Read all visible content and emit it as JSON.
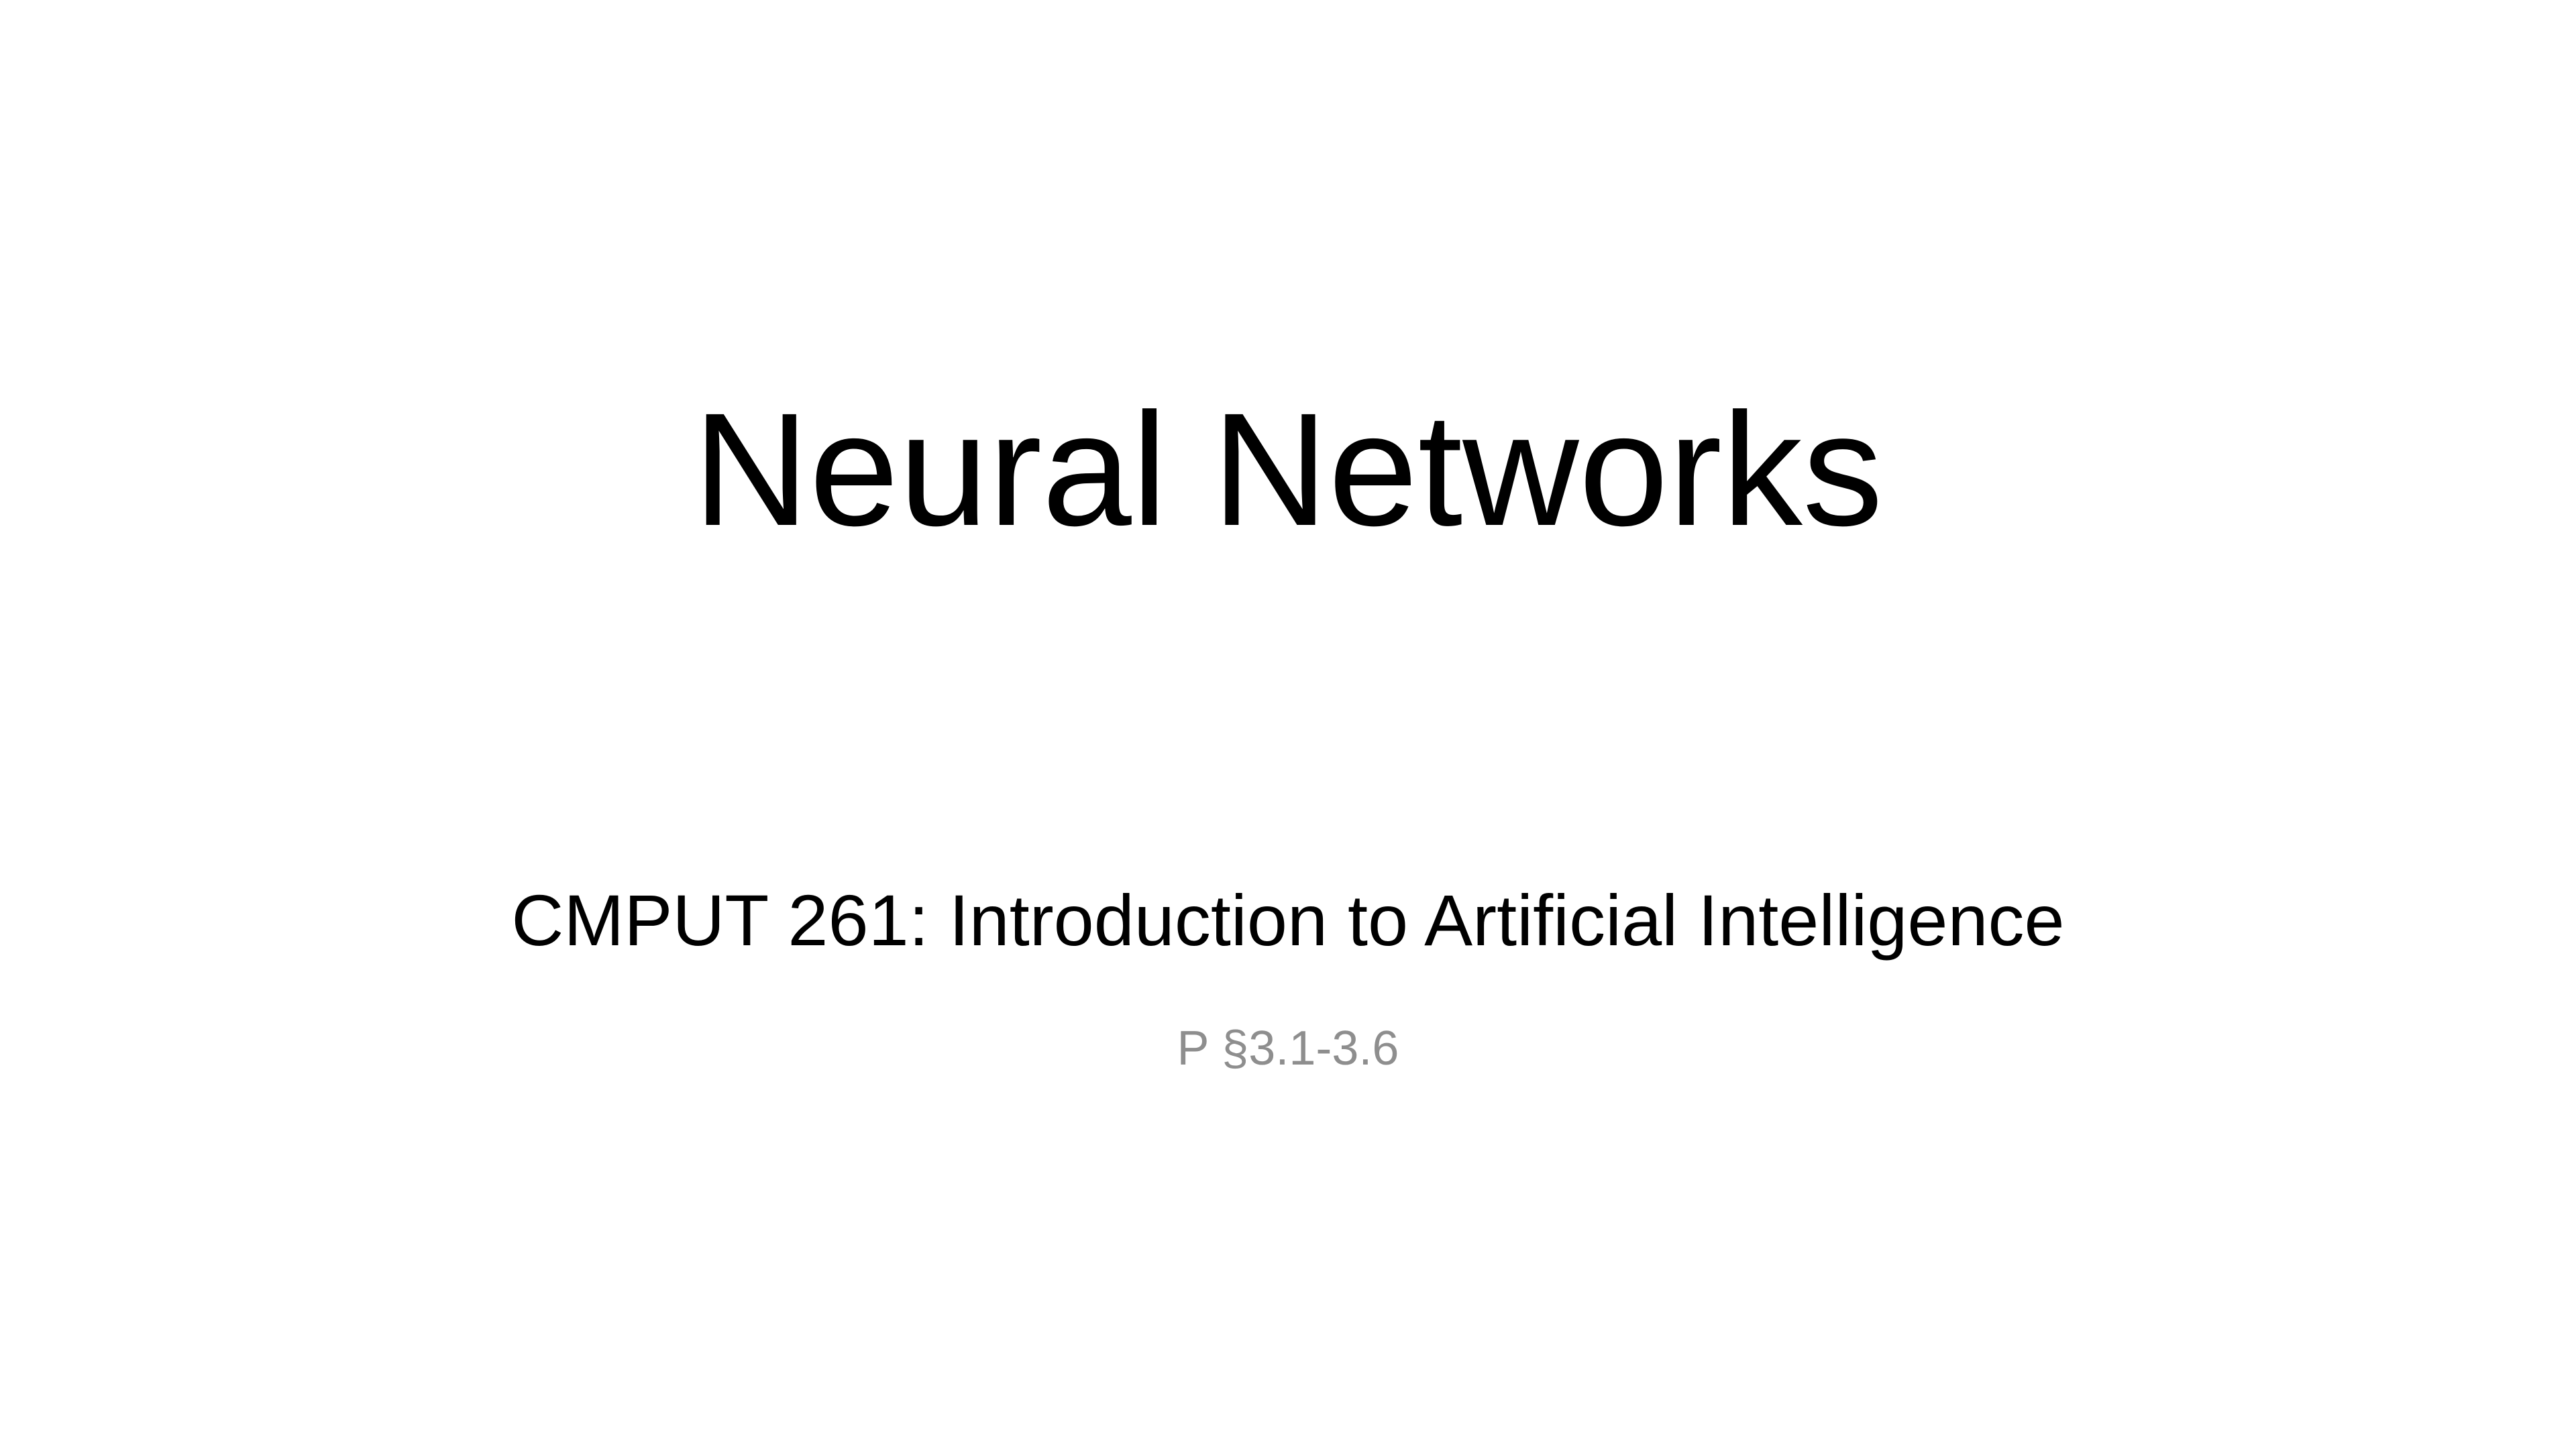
{
  "slide": {
    "title": "Neural Networks",
    "subtitle": "CMPUT 261: Introduction to Artificial Intelligence",
    "reference": "P §3.1-3.6"
  },
  "colors": {
    "background": "#ffffff",
    "text": "#000000",
    "reference_text": "#8e8e8e"
  }
}
